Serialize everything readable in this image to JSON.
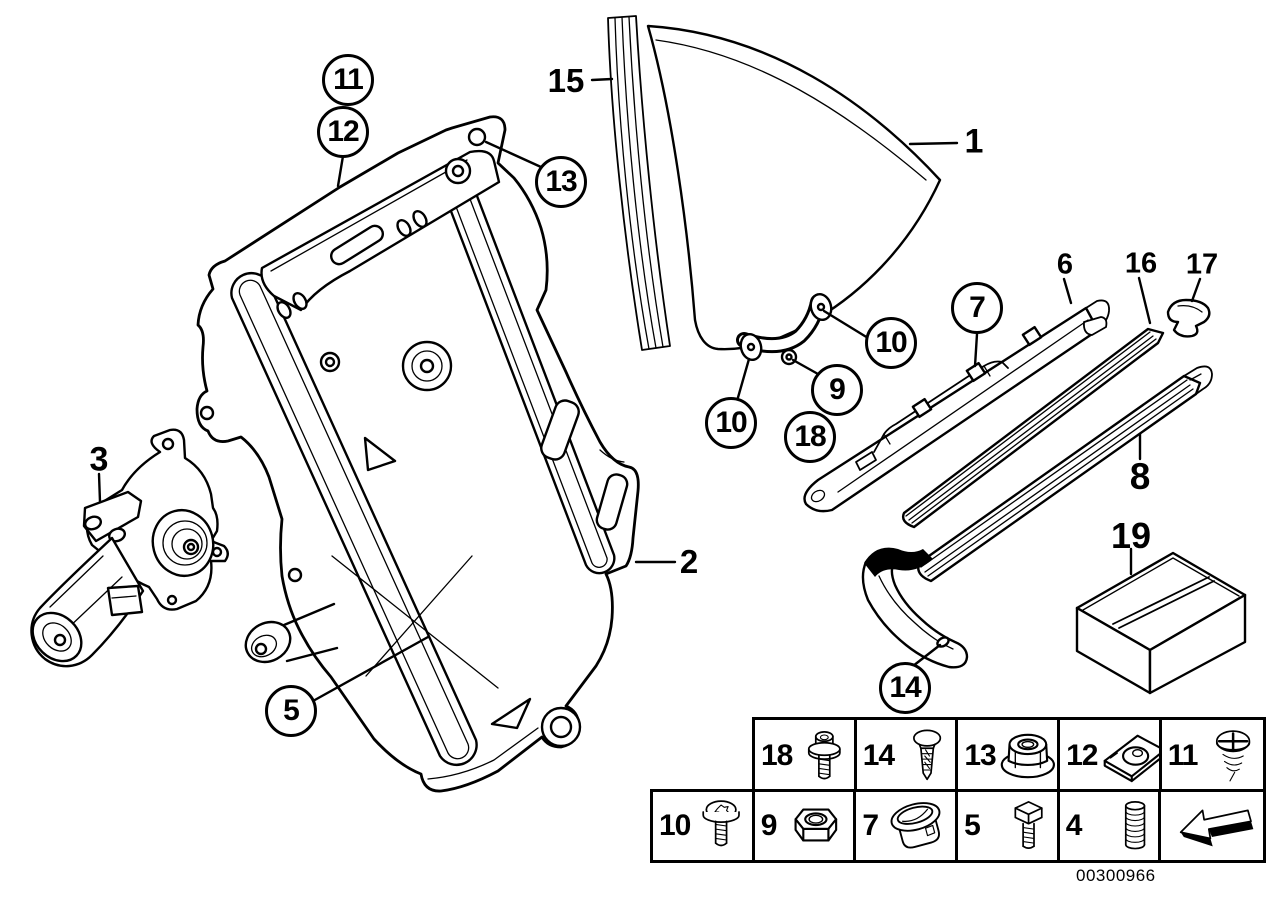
{
  "page": {
    "background_color": "#ffffff",
    "line_color": "#000000",
    "doc_number": "00300966"
  },
  "callouts": [
    {
      "label": "11",
      "style": "circled"
    },
    {
      "label": "12",
      "style": "circled"
    },
    {
      "label": "13",
      "style": "circled"
    },
    {
      "label": "15",
      "style": "plain"
    },
    {
      "label": "1",
      "style": "plain"
    },
    {
      "label": "10",
      "style": "circled"
    },
    {
      "label": "9",
      "style": "circled"
    },
    {
      "label": "18",
      "style": "circled"
    },
    {
      "label": "10",
      "style": "circled"
    },
    {
      "label": "7",
      "style": "circled"
    },
    {
      "label": "6",
      "style": "plain"
    },
    {
      "label": "16",
      "style": "plain"
    },
    {
      "label": "17",
      "style": "plain"
    },
    {
      "label": "8",
      "style": "plain"
    },
    {
      "label": "19",
      "style": "plain"
    },
    {
      "label": "14",
      "style": "circled"
    },
    {
      "label": "5",
      "style": "circled"
    },
    {
      "label": "2",
      "style": "plain"
    },
    {
      "label": "3",
      "style": "plain"
    }
  ],
  "legend": {
    "rows": [
      [
        {
          "number": "18",
          "icon": "bolt-with-washer-icon"
        },
        {
          "number": "14",
          "icon": "expanding-rivet-icon"
        },
        {
          "number": "13",
          "icon": "flange-nut-icon"
        },
        {
          "number": "12",
          "icon": "clip-nut-icon"
        },
        {
          "number": "11",
          "icon": "screw-with-spring-washer-icon"
        }
      ],
      [
        {
          "number": "10",
          "icon": "torx-screw-icon"
        },
        {
          "number": "9",
          "icon": "hex-nut-icon"
        },
        {
          "number": "7",
          "icon": "grommet-icon"
        },
        {
          "number": "5",
          "icon": "hex-bolt-icon"
        },
        {
          "number": "4",
          "icon": "threaded-stud-icon"
        },
        {
          "number": "",
          "icon": "direction-arrow-icon"
        }
      ]
    ]
  }
}
